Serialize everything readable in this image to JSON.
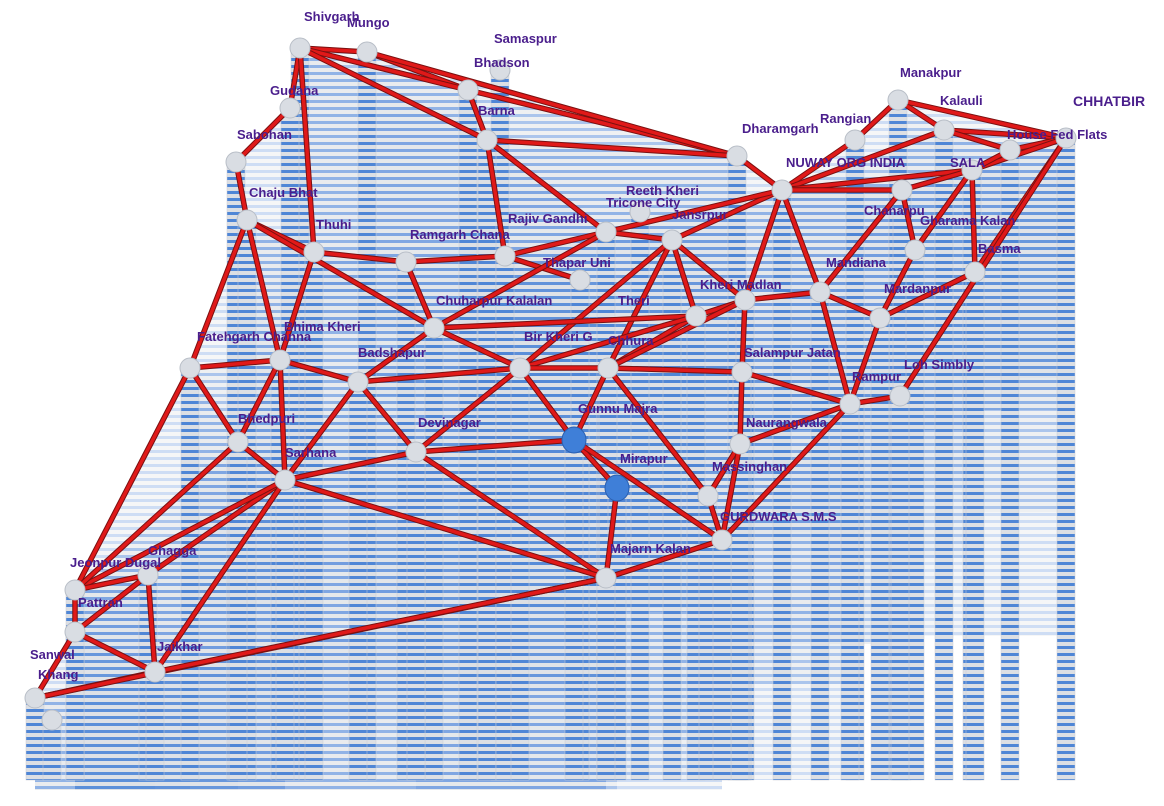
{
  "colors": {
    "edge": "#e01919",
    "edge_outline": "#7a1010",
    "column": "#dcdfe4",
    "stripe": "#4f86d6",
    "node": "#d9dde3",
    "node_highlight": "#3f7fd8",
    "label": "#4a1e8c"
  },
  "nodes": [
    {
      "id": "shivgarh",
      "label": "Shivgarh"
    },
    {
      "id": "mungo",
      "label": "Mungo"
    },
    {
      "id": "samaspur",
      "label": "Samaspur"
    },
    {
      "id": "bhadson",
      "label": "Bhadson"
    },
    {
      "id": "gudana",
      "label": "Gudana"
    },
    {
      "id": "barna",
      "label": "Barna"
    },
    {
      "id": "sabohan",
      "label": "Sabohan"
    },
    {
      "id": "manakpur",
      "label": "Manakpur"
    },
    {
      "id": "kalauli",
      "label": "Kalauli"
    },
    {
      "id": "rangian",
      "label": "Rangian"
    },
    {
      "id": "chhatbir",
      "label": "CHHATBIR"
    },
    {
      "id": "house_fed_flats",
      "label": "House Fed Flats"
    },
    {
      "id": "dharamgarh",
      "label": "Dharamgarh"
    },
    {
      "id": "nuway",
      "label": "NUWAY ORG INDIA"
    },
    {
      "id": "sala",
      "label": "SALA"
    },
    {
      "id": "chaju_bhat",
      "label": "Chaju Bhat"
    },
    {
      "id": "reeth_kheri",
      "label": "Reeth Kheri"
    },
    {
      "id": "tricone_city",
      "label": "Tricone City"
    },
    {
      "id": "rajiv_gandhi",
      "label": "Rajiv Gandhi"
    },
    {
      "id": "jansrpur",
      "label": "Jansrpur"
    },
    {
      "id": "chanarpu",
      "label": "Chanarpu"
    },
    {
      "id": "gharama_kalan",
      "label": "Gharama Kalan"
    },
    {
      "id": "thuhi",
      "label": "Thuhi"
    },
    {
      "id": "ramgarh_chana",
      "label": "Ramgarh Chana"
    },
    {
      "id": "basma",
      "label": "Basma"
    },
    {
      "id": "thapar_uni",
      "label": "Thapar Uni"
    },
    {
      "id": "mandiana",
      "label": "Mandiana"
    },
    {
      "id": "kheri_madlan",
      "label": "Kheri Madlan"
    },
    {
      "id": "mardanpur",
      "label": "Mardanpur"
    },
    {
      "id": "chuharpur_kalalan",
      "label": "Chuharpur Kalalan"
    },
    {
      "id": "theri",
      "label": "Theri"
    },
    {
      "id": "bhima_kheri",
      "label": "Bhima Kheri"
    },
    {
      "id": "fatehgarh_channa",
      "label": "Fatehgarh Channa"
    },
    {
      "id": "bir_kheri_g",
      "label": "Bir Kheri G"
    },
    {
      "id": "chhura",
      "label": "Chhura"
    },
    {
      "id": "badshapur",
      "label": "Badshapur"
    },
    {
      "id": "salampur_jatan",
      "label": "Salampur Jatan"
    },
    {
      "id": "loh_simbly",
      "label": "Loh Simbly"
    },
    {
      "id": "rampur",
      "label": "Rampur"
    },
    {
      "id": "bhedpuri",
      "label": "Bhedpuri"
    },
    {
      "id": "gunnu_majra",
      "label": "Gunnu Majra"
    },
    {
      "id": "devinagar",
      "label": "Devinagar"
    },
    {
      "id": "naurangwala",
      "label": "Naurangwala"
    },
    {
      "id": "sarhana",
      "label": "Sarhana"
    },
    {
      "id": "mirapur",
      "label": "Mirapur"
    },
    {
      "id": "massinghan",
      "label": "Massinghan"
    },
    {
      "id": "gurdwara_sms",
      "label": "GURDWARA S.M.S"
    },
    {
      "id": "ghagga",
      "label": "Ghagga"
    },
    {
      "id": "jeonpur_dugal",
      "label": "Jeonpur Dugal"
    },
    {
      "id": "majarn_kalan",
      "label": "Majarn Kalan"
    },
    {
      "id": "pattran",
      "label": "Pattran"
    },
    {
      "id": "jaikhar",
      "label": "Jaikhar"
    },
    {
      "id": "sanwal",
      "label": "Sanwal"
    },
    {
      "id": "khang",
      "label": "Khang"
    }
  ],
  "edges": [
    [
      "shivgarh",
      "mungo"
    ],
    [
      "mungo",
      "bhadson"
    ],
    [
      "shivgarh",
      "bhadson"
    ],
    [
      "shivgarh",
      "gudana"
    ],
    [
      "gudana",
      "sabohan"
    ],
    [
      "sabohan",
      "chaju_bhat"
    ],
    [
      "shivgarh",
      "thuhi"
    ],
    [
      "shivgarh",
      "barna"
    ],
    [
      "bhadson",
      "barna"
    ],
    [
      "bhadson",
      "dharamgarh"
    ],
    [
      "mungo",
      "dharamgarh"
    ],
    [
      "barna",
      "dharamgarh"
    ],
    [
      "barna",
      "rajiv_gandhi"
    ],
    [
      "barna",
      "tricone_city"
    ],
    [
      "dharamgarh",
      "nuway"
    ],
    [
      "nuway",
      "rangian"
    ],
    [
      "nuway",
      "kalauli"
    ],
    [
      "nuway",
      "sala"
    ],
    [
      "rangian",
      "manakpur"
    ],
    [
      "manakpur",
      "kalauli"
    ],
    [
      "kalauli",
      "chhatbir"
    ],
    [
      "manakpur",
      "chhatbir"
    ],
    [
      "kalauli",
      "house_fed_flats"
    ],
    [
      "house_fed_flats",
      "chhatbir"
    ],
    [
      "sala",
      "chhatbir"
    ],
    [
      "sala",
      "chanarpu"
    ],
    [
      "house_fed_flats",
      "sala"
    ],
    [
      "chhatbir",
      "basma"
    ],
    [
      "chhatbir",
      "loh_simbly"
    ],
    [
      "sala",
      "basma"
    ],
    [
      "basma",
      "mardanpur"
    ],
    [
      "sala",
      "gharama_kalan"
    ],
    [
      "chanarpu",
      "mandiana"
    ],
    [
      "chanarpu",
      "gharama_kalan"
    ],
    [
      "gharama_kalan",
      "mardanpur"
    ],
    [
      "mandiana",
      "mardanpur"
    ],
    [
      "nuway",
      "chanarpu"
    ],
    [
      "nuway",
      "jansrpur"
    ],
    [
      "nuway",
      "tricone_city"
    ],
    [
      "nuway",
      "kheri_madlan"
    ],
    [
      "nuway",
      "mandiana"
    ],
    [
      "tricone_city",
      "jansrpur"
    ],
    [
      "rajiv_gandhi",
      "tricone_city"
    ],
    [
      "ramgarh_chana",
      "rajiv_gandhi"
    ],
    [
      "thuhi",
      "ramgarh_chana"
    ],
    [
      "chaju_bhat",
      "thuhi"
    ],
    [
      "chaju_bhat",
      "fatehgarh_channa"
    ],
    [
      "chaju_bhat",
      "bhima_kheri"
    ],
    [
      "chaju_bhat",
      "chuharpur_kalalan"
    ],
    [
      "thuhi",
      "bhima_kheri"
    ],
    [
      "ramgarh_chana",
      "chuharpur_kalalan"
    ],
    [
      "rajiv_gandhi",
      "thapar_uni"
    ],
    [
      "jansrpur",
      "theri"
    ],
    [
      "jansrpur",
      "bir_kheri_g"
    ],
    [
      "jansrpur",
      "chhura"
    ],
    [
      "jansrpur",
      "kheri_madlan"
    ],
    [
      "tricone_city",
      "chuharpur_kalalan"
    ],
    [
      "chuharpur_kalalan",
      "theri"
    ],
    [
      "theri",
      "kheri_madlan"
    ],
    [
      "kheri_madlan",
      "mandiana"
    ],
    [
      "theri",
      "chhura"
    ],
    [
      "theri",
      "bir_kheri_g"
    ],
    [
      "kheri_madlan",
      "chhura"
    ],
    [
      "kheri_madlan",
      "salampur_jatan"
    ],
    [
      "mandiana",
      "rampur"
    ],
    [
      "mardanpur",
      "rampur"
    ],
    [
      "rampur",
      "loh_simbly"
    ],
    [
      "salampur_jatan",
      "rampur"
    ],
    [
      "chuharpur_kalalan",
      "badshapur"
    ],
    [
      "chuharpur_kalalan",
      "bir_kheri_g"
    ],
    [
      "bhima_kheri",
      "badshapur"
    ],
    [
      "fatehgarh_channa",
      "bhima_kheri"
    ],
    [
      "fatehgarh_channa",
      "bhedpuri"
    ],
    [
      "fatehgarh_channa",
      "jeonpur_dugal"
    ],
    [
      "bhima_kheri",
      "sarhana"
    ],
    [
      "badshapur",
      "sarhana"
    ],
    [
      "badshapur",
      "devinagar"
    ],
    [
      "badshapur",
      "bir_kheri_g"
    ],
    [
      "bir_kheri_g",
      "chhura"
    ],
    [
      "bir_kheri_g",
      "devinagar"
    ],
    [
      "bir_kheri_g",
      "gunnu_majra"
    ],
    [
      "chhura",
      "gunnu_majra"
    ],
    [
      "chhura",
      "salampur_jatan"
    ],
    [
      "chhura",
      "massinghan"
    ],
    [
      "salampur_jatan",
      "naurangwala"
    ],
    [
      "naurangwala",
      "massinghan"
    ],
    [
      "rampur",
      "naurangwala"
    ],
    [
      "rampur",
      "gurdwara_sms"
    ],
    [
      "naurangwala",
      "gurdwara_sms"
    ],
    [
      "massinghan",
      "gurdwara_sms"
    ],
    [
      "gunnu_majra",
      "mirapur"
    ],
    [
      "mirapur",
      "majarn_kalan"
    ],
    [
      "gunnu_majra",
      "gurdwara_sms"
    ],
    [
      "devinagar",
      "gunnu_majra"
    ],
    [
      "devinagar",
      "sarhana"
    ],
    [
      "devinagar",
      "majarn_kalan"
    ],
    [
      "sarhana",
      "majarn_kalan"
    ],
    [
      "sarhana",
      "bhedpuri"
    ],
    [
      "sarhana",
      "ghagga"
    ],
    [
      "sarhana",
      "jeonpur_dugal"
    ],
    [
      "sarhana",
      "jaikhar"
    ],
    [
      "bhedpuri",
      "jeonpur_dugal"
    ],
    [
      "ghagga",
      "jeonpur_dugal"
    ],
    [
      "jeonpur_dugal",
      "pattran"
    ],
    [
      "ghagga",
      "jaikhar"
    ],
    [
      "ghagga",
      "pattran"
    ],
    [
      "pattran",
      "sanwal"
    ],
    [
      "pattran",
      "jaikhar"
    ],
    [
      "sanwal",
      "jaikhar"
    ],
    [
      "sanwal",
      "majarn_kalan"
    ],
    [
      "jaikhar",
      "majarn_kalan"
    ],
    [
      "majarn_kalan",
      "gurdwara_sms"
    ],
    [
      "bhedpuri",
      "bhima_kheri"
    ]
  ]
}
